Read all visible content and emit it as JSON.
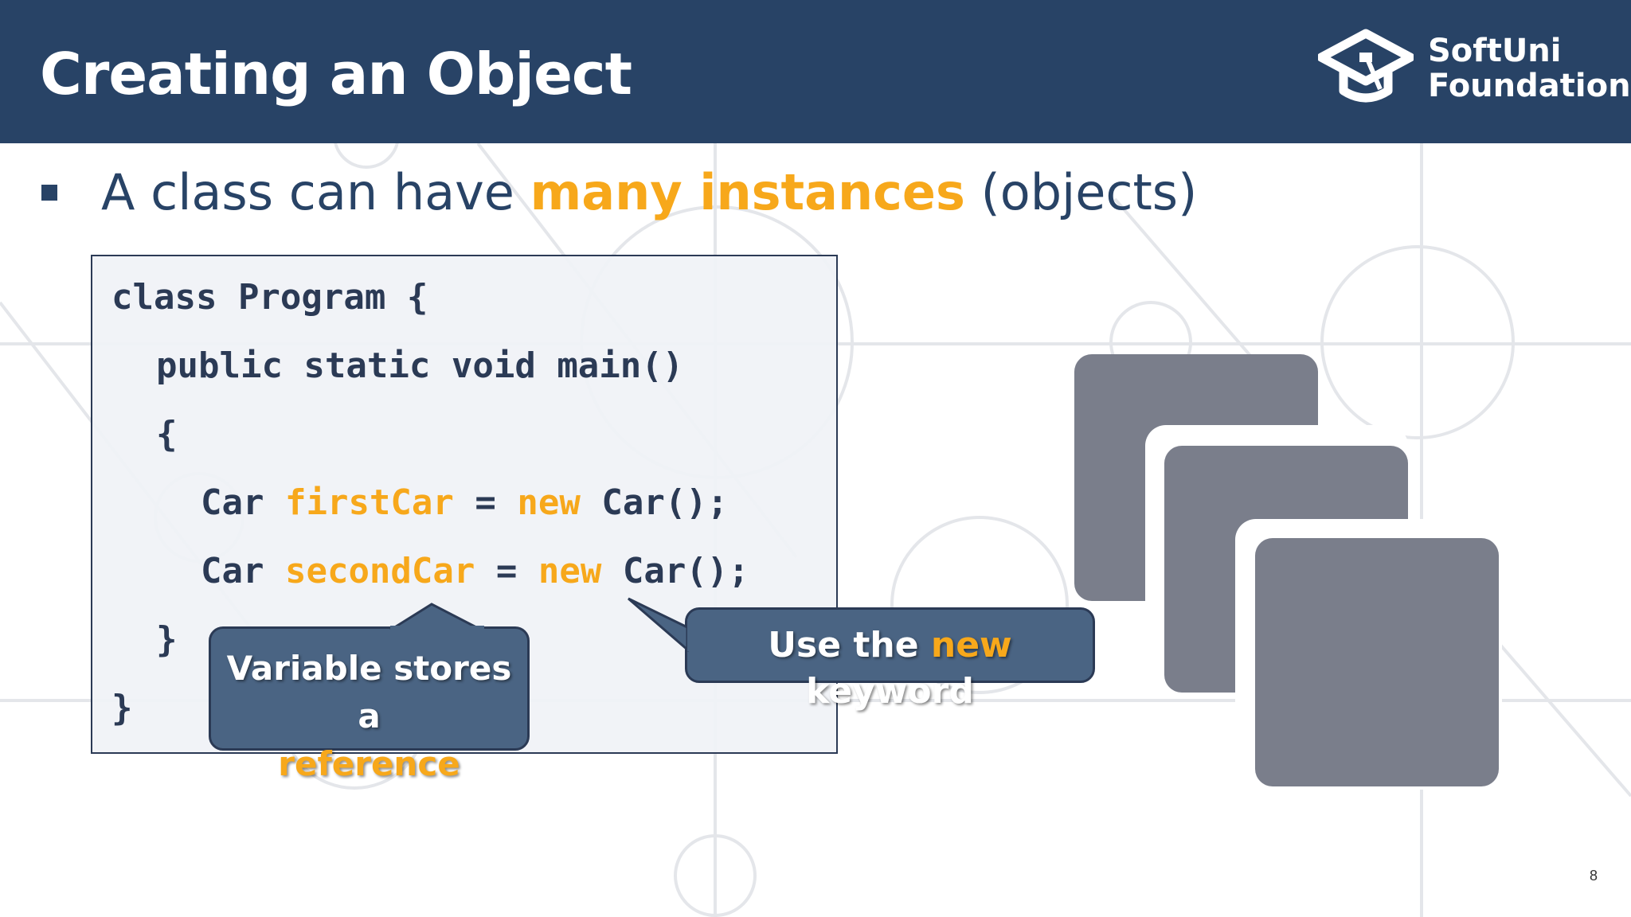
{
  "slide": {
    "title": "Creating an Object",
    "logo": {
      "line1": "SoftUni",
      "line2": "Foundation"
    },
    "bullet": {
      "text_before": "A class can have ",
      "highlight": "many instances",
      "text_after": " (objects)"
    },
    "code": {
      "line1": "class Program {",
      "line2": "public static void main()",
      "line3": "{",
      "line4_a": "Car ",
      "line4_b": "firstCar",
      "line4_c": " = ",
      "line4_d": "new",
      "line4_e": " Car();",
      "line5_a": "Car ",
      "line5_b": "secondCar",
      "line5_c": " = ",
      "line5_d": "new",
      "line5_e": " Car();",
      "line6": "}",
      "line7": "}"
    },
    "callout_reference": {
      "line1": "Variable stores a",
      "line2": "reference"
    },
    "callout_new": {
      "before": "Use the ",
      "highlight": "new",
      "after": " keyword"
    },
    "page_number": "8"
  },
  "colors": {
    "header": "#284366",
    "accent": "#f7a81b",
    "text": "#284366",
    "callout": "#4a6483",
    "object": "#7a7e8b"
  }
}
